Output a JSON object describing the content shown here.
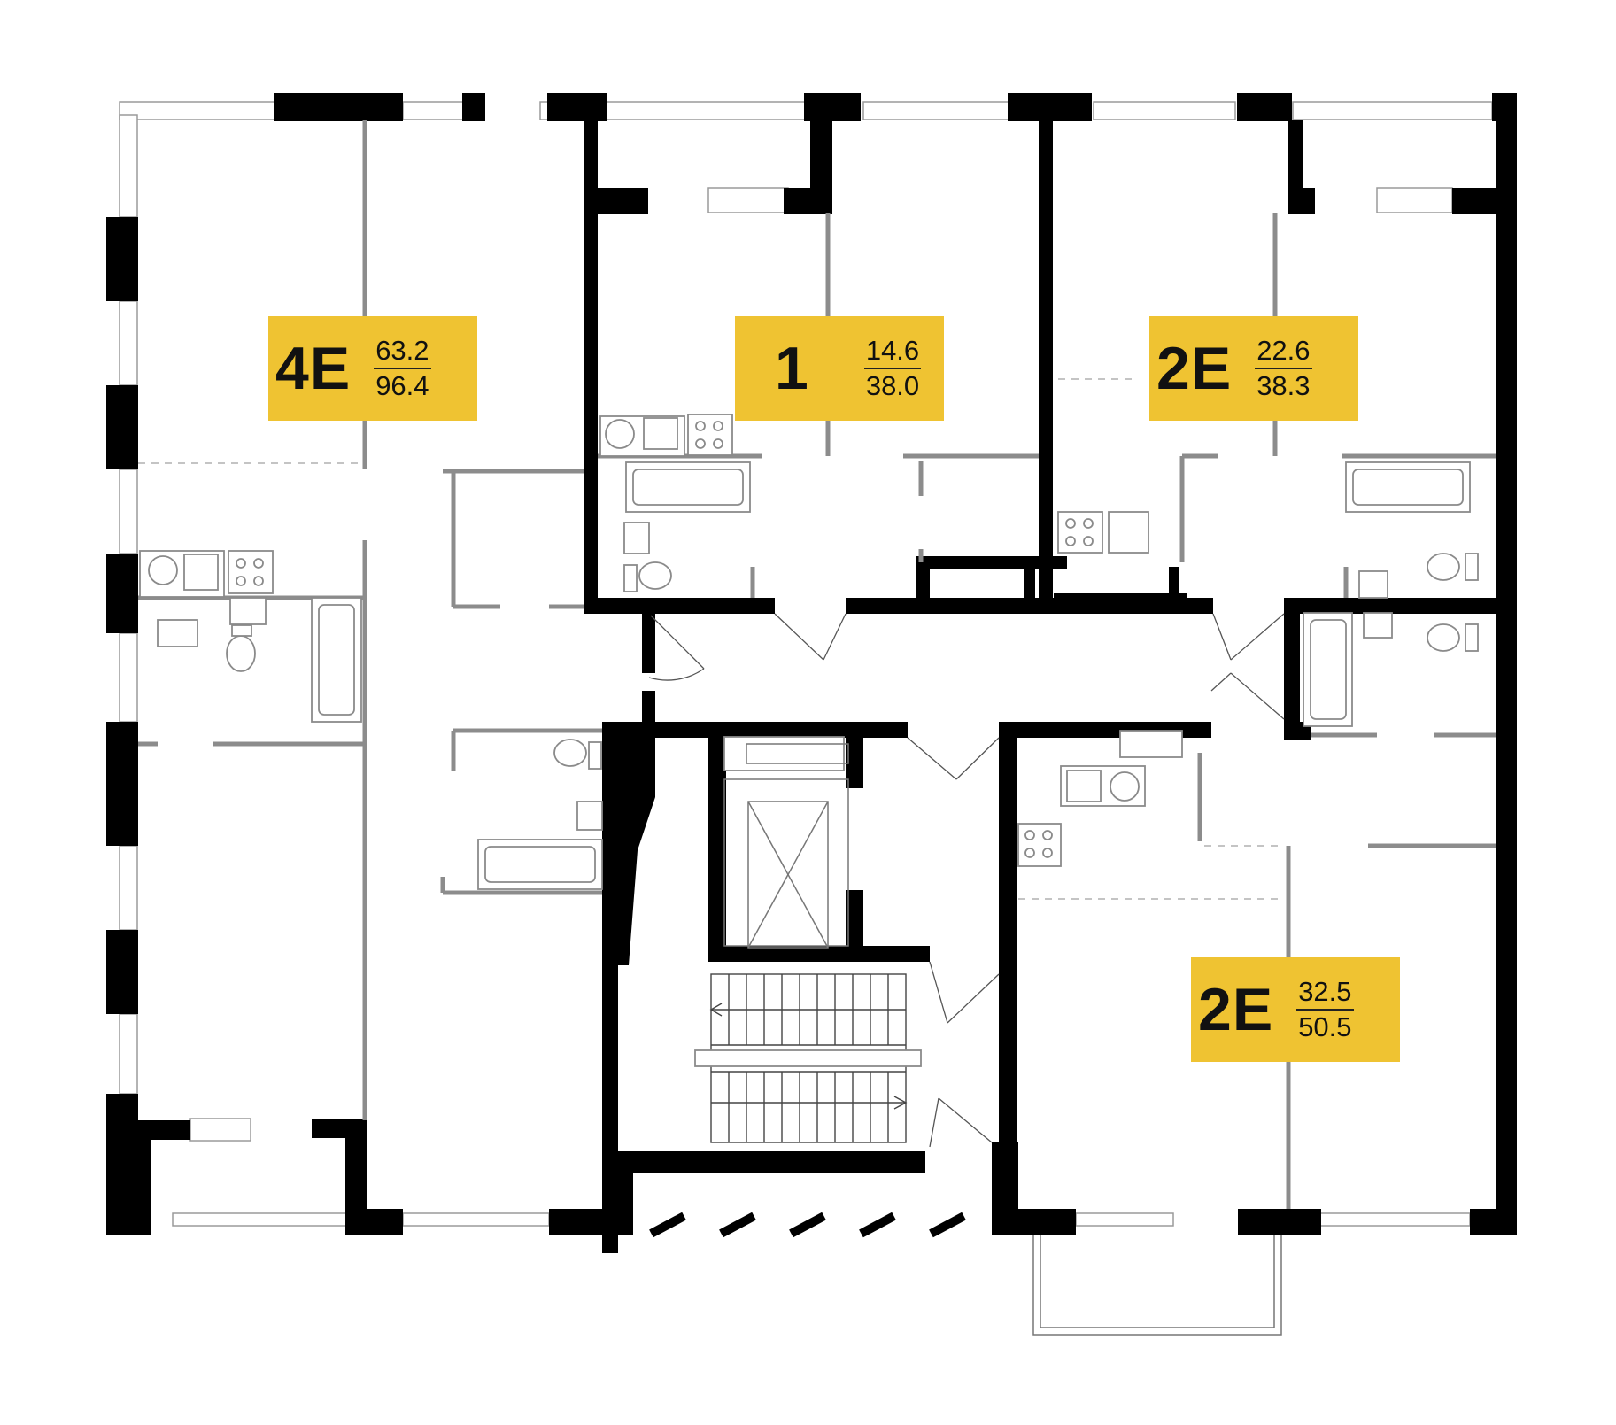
{
  "floor_plan": {
    "colors": {
      "label_background": "#efc332",
      "wall": "#000000",
      "partition": "#8c8c8c"
    },
    "apartments": [
      {
        "id": "apt-4e",
        "type": "4E",
        "living_area": "63.2",
        "total_area": "96.4"
      },
      {
        "id": "apt-1",
        "type": "1",
        "living_area": "14.6",
        "total_area": "38.0"
      },
      {
        "id": "apt-2e-top",
        "type": "2E",
        "living_area": "22.6",
        "total_area": "38.3"
      },
      {
        "id": "apt-2e-bottom",
        "type": "2E",
        "living_area": "32.5",
        "total_area": "50.5"
      }
    ],
    "icons": [
      "elevator-icon",
      "staircase-icon",
      "bathtub-icon",
      "toilet-icon",
      "sink-icon",
      "stove-icon",
      "door-swing-icon",
      "balcony-icon"
    ]
  }
}
